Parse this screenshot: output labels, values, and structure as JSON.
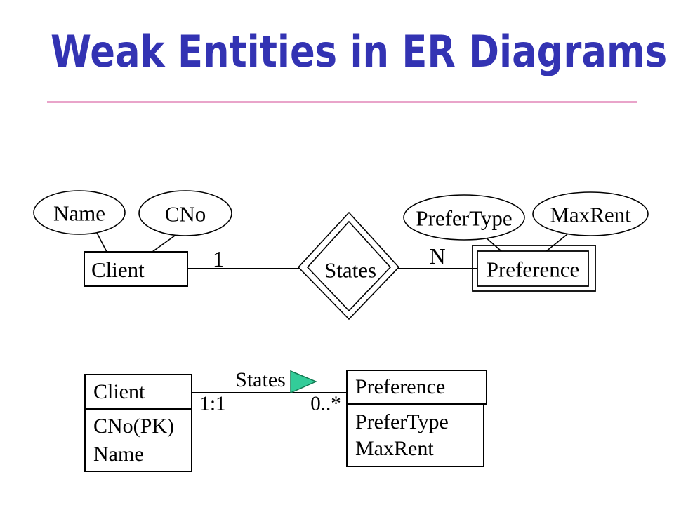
{
  "title": "Weak Entities in ER Diagrams",
  "colors": {
    "title_text": "#3333B3",
    "title_underline": "#E9A4CA",
    "diagram_stroke": "#000000",
    "triangle_fill": "#33CC99",
    "triangle_stroke": "#137A52"
  },
  "er_diagram": {
    "attr_name": "Name",
    "attr_cno": "CNo",
    "attr_prefertype": "PreferType",
    "attr_maxrent": "MaxRent",
    "entity_client": "Client",
    "entity_preference": "Preference",
    "relationship_states": "States",
    "cardinality_client": "1",
    "cardinality_preference": "N"
  },
  "relational_diagram": {
    "client_table": {
      "header": "Client",
      "rows": [
        "CNo(PK)",
        "Name"
      ]
    },
    "preference_table": {
      "header": "Preference",
      "rows": [
        "PreferType",
        "MaxRent"
      ]
    },
    "association_label": "States",
    "multiplicity_left": "1:1",
    "multiplicity_right": "0..*"
  }
}
